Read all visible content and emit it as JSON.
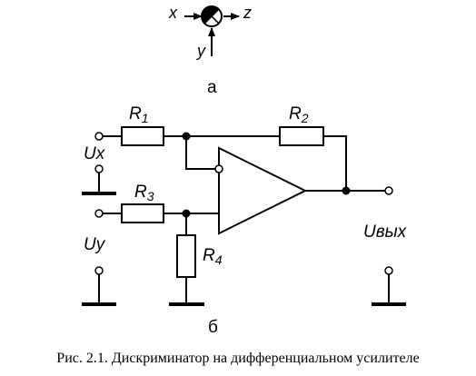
{
  "diagram_a": {
    "label": "а",
    "input_x": "x",
    "input_y": "y",
    "output_z": "z"
  },
  "diagram_b": {
    "label": "б",
    "resistors": {
      "r1": {
        "base": "R",
        "sub": "1"
      },
      "r2": {
        "base": "R",
        "sub": "2"
      },
      "r3": {
        "base": "R",
        "sub": "3"
      },
      "r4": {
        "base": "R",
        "sub": "4"
      }
    },
    "input_ux": "Ux",
    "input_uy": "Uy",
    "output": "Uвых"
  },
  "caption": "Рис. 2.1. Дискриминатор на дифференциальном усилителе"
}
